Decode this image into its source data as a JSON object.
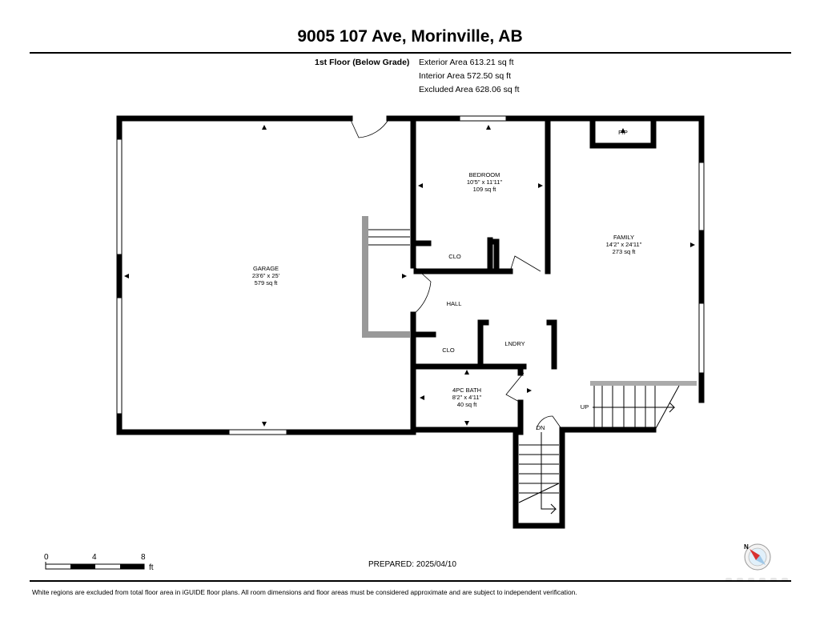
{
  "header": {
    "address": "9005 107 Ave, Morinville, AB",
    "floor_label": "1st Floor (Below Grade)",
    "exterior_area": "Exterior Area 613.21 sq ft",
    "interior_area": "Interior Area 572.50 sq ft",
    "excluded_area": "Excluded Area 628.06 sq ft"
  },
  "rooms": {
    "garage": {
      "name": "GARAGE",
      "dims": "23'6\" x 25'",
      "area": "579 sq ft"
    },
    "bedroom": {
      "name": "BEDROOM",
      "dims": "10'5\" x 11'11\"",
      "area": "109 sq ft"
    },
    "family": {
      "name": "FAMILY",
      "dims": "14'2\" x 24'11\"",
      "area": "273 sq ft"
    },
    "bath": {
      "name": "4PC BATH",
      "dims": "8'2\" x 4'11\"",
      "area": "40 sq ft"
    },
    "hall": {
      "name": "HALL"
    },
    "closet_bedroom": {
      "name": "CLO"
    },
    "closet_hall": {
      "name": "CLO"
    },
    "laundry": {
      "name": "LNDRY"
    },
    "fireplace": {
      "name": "F/P"
    },
    "stairs_up": {
      "name": "UP"
    },
    "stairs_down": {
      "name": "DN"
    }
  },
  "scale": {
    "tick_0": "0",
    "tick_4": "4",
    "tick_8": "8",
    "unit": "ft"
  },
  "compass": {
    "north": "N"
  },
  "prepared": "PREPARED: 2025/04/10",
  "footer_note": "White regions are excluded from total floor area in iGUIDE floor plans. All room dimensions and floor areas must be considered approximate and are subject to independent verification."
}
